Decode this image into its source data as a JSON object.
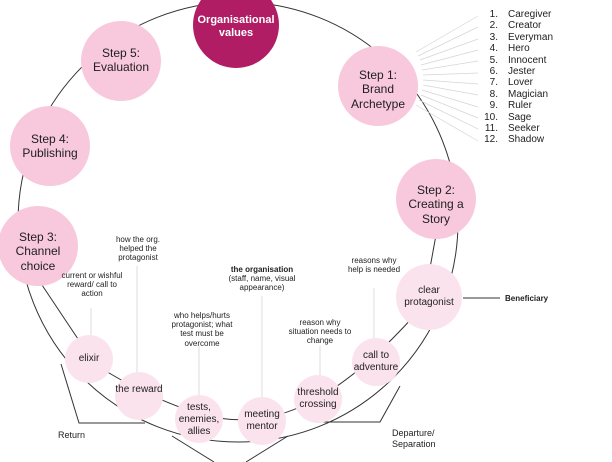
{
  "center": {
    "label": "Organisational values"
  },
  "steps": [
    {
      "id": "step1",
      "label": "Step 1: Brand Archetype"
    },
    {
      "id": "step2",
      "label": "Step 2: Creating a Story"
    },
    {
      "id": "step3",
      "label": "Step 3: Channel choice"
    },
    {
      "id": "step4",
      "label": "Step 4: Publishing"
    },
    {
      "id": "step5",
      "label": "Step 5: Evaluation"
    }
  ],
  "journey": [
    {
      "id": "clear-protagonist",
      "label": "clear protagonist"
    },
    {
      "id": "call-to-adventure",
      "label": "call to adventure"
    },
    {
      "id": "threshold-crossing",
      "label": "threshold crossing"
    },
    {
      "id": "meeting-mentor",
      "label": "meeting mentor"
    },
    {
      "id": "tests-enemies-allies",
      "label": "tests, enemies, allies"
    },
    {
      "id": "the-reward",
      "label": "the reward"
    },
    {
      "id": "elixir",
      "label": "elixir"
    }
  ],
  "notes": {
    "reasons_why": "reasons why help is needed",
    "reason_why_threshold": "reason why situation needs to change",
    "organisation_title": "the organisation",
    "organisation_sub": "(staff, name, visual appearance)",
    "who_helps": "who helps/hurts protagonist; what test must be overcome",
    "how_org_helped": "how the org. helped the protagonist",
    "current_reward": "current or wishful reward/ call to action"
  },
  "labels": {
    "beneficiary": "Beneficiary",
    "return": "Return",
    "departure": "Departure/ Separation"
  },
  "archetypes": [
    {
      "num": "1.",
      "name": "Caregiver"
    },
    {
      "num": "2.",
      "name": "Creator"
    },
    {
      "num": "3.",
      "name": "Everyman"
    },
    {
      "num": "4.",
      "name": "Hero"
    },
    {
      "num": "5.",
      "name": "Innocent"
    },
    {
      "num": "6.",
      "name": "Jester"
    },
    {
      "num": "7.",
      "name": "Lover"
    },
    {
      "num": "8.",
      "name": "Magician"
    },
    {
      "num": "9.",
      "name": "Ruler"
    },
    {
      "num": "10.",
      "name": "Sage"
    },
    {
      "num": "11.",
      "name": "Seeker"
    },
    {
      "num": "12.",
      "name": "Shadow"
    }
  ],
  "colors": {
    "center": "#b01d64",
    "step": "#f8c8dc",
    "stage": "#fbe3ee",
    "line": "#333333"
  }
}
